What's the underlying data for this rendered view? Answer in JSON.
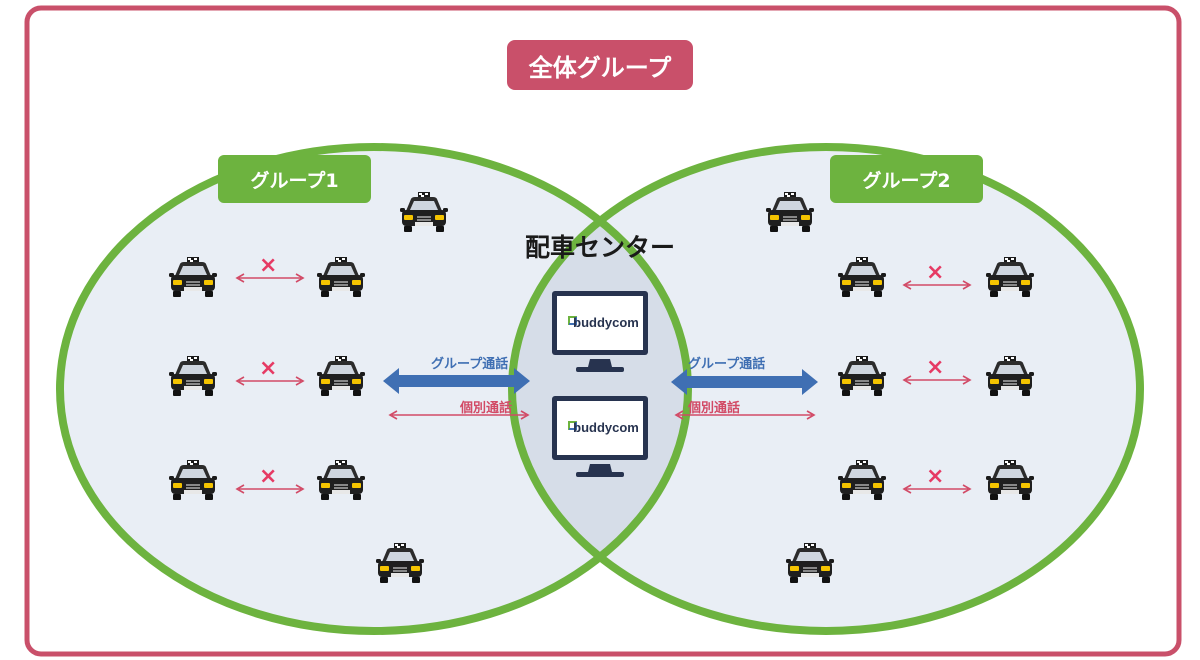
{
  "title": "全体グループ",
  "group1": {
    "label": "グループ1"
  },
  "group2": {
    "label": "グループ2"
  },
  "center": {
    "title": "配車センター",
    "monitor_brand": "buddycom"
  },
  "arrows": {
    "group_call": "グループ通話",
    "individual_call": "個別通話",
    "blocked_mark": "×"
  },
  "colors": {
    "frame": "#c9506a",
    "title_bg": "#c9506a",
    "group_bg": "#6db33f",
    "ring": "#6db33f",
    "circle_fill": "#e9eef5",
    "overlap_fill": "#d6dde8",
    "group_arrow": "#3f6fb3",
    "individual_arrow": "#d24a66",
    "cross": "#e63a64"
  },
  "icons": {
    "taxi": "taxi-icon",
    "monitor": "monitor-icon",
    "logo": "buddycom-logo-icon"
  }
}
